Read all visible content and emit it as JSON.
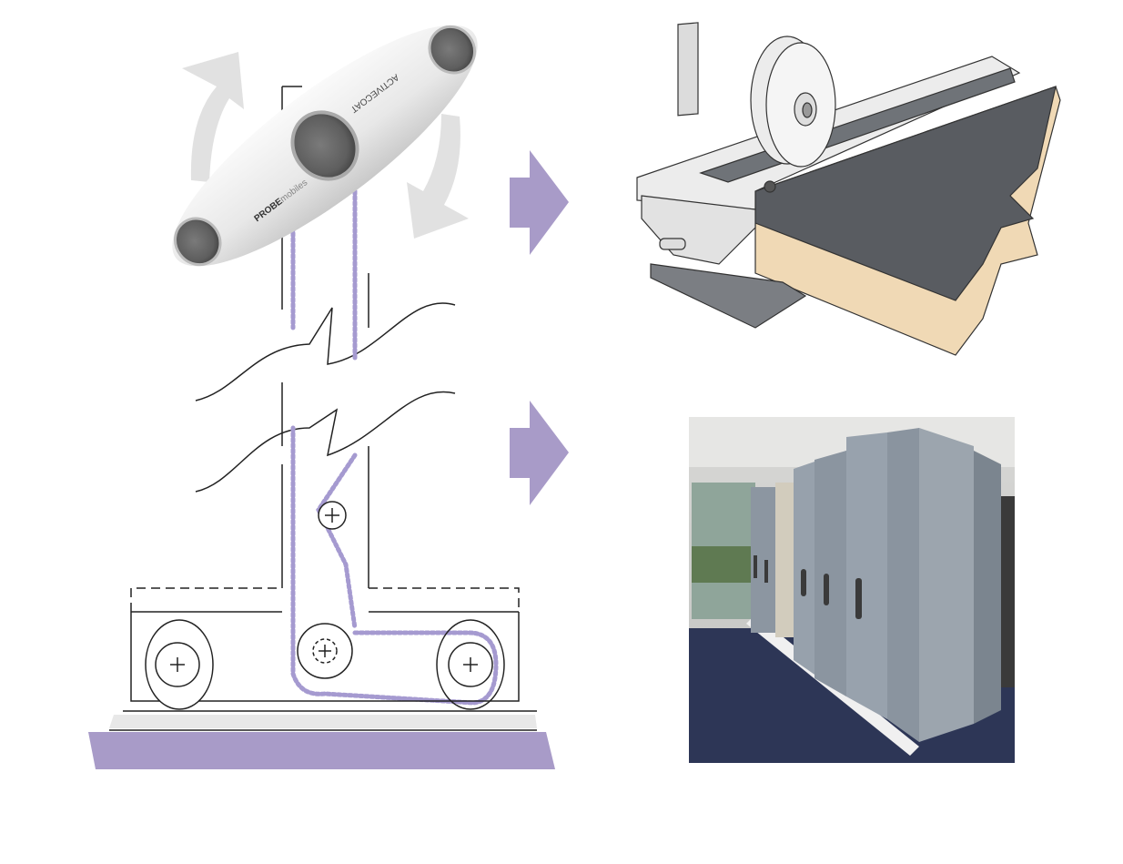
{
  "handle": {
    "brand_left": "PROBE",
    "brand_left_suffix": "mobiles",
    "brand_right": "ACTIVECOAT"
  },
  "colors": {
    "accent_purple": "#a89bc8",
    "chain_purple": "#a59ad0",
    "handle_white": "#eeeeee",
    "knob_gray": "#6b6b6b",
    "floor_dark": "#595c61",
    "board_tan": "#f0d9b5",
    "cabinet_gray": "#8c96a1",
    "carpet_blue": "#2d3656"
  }
}
